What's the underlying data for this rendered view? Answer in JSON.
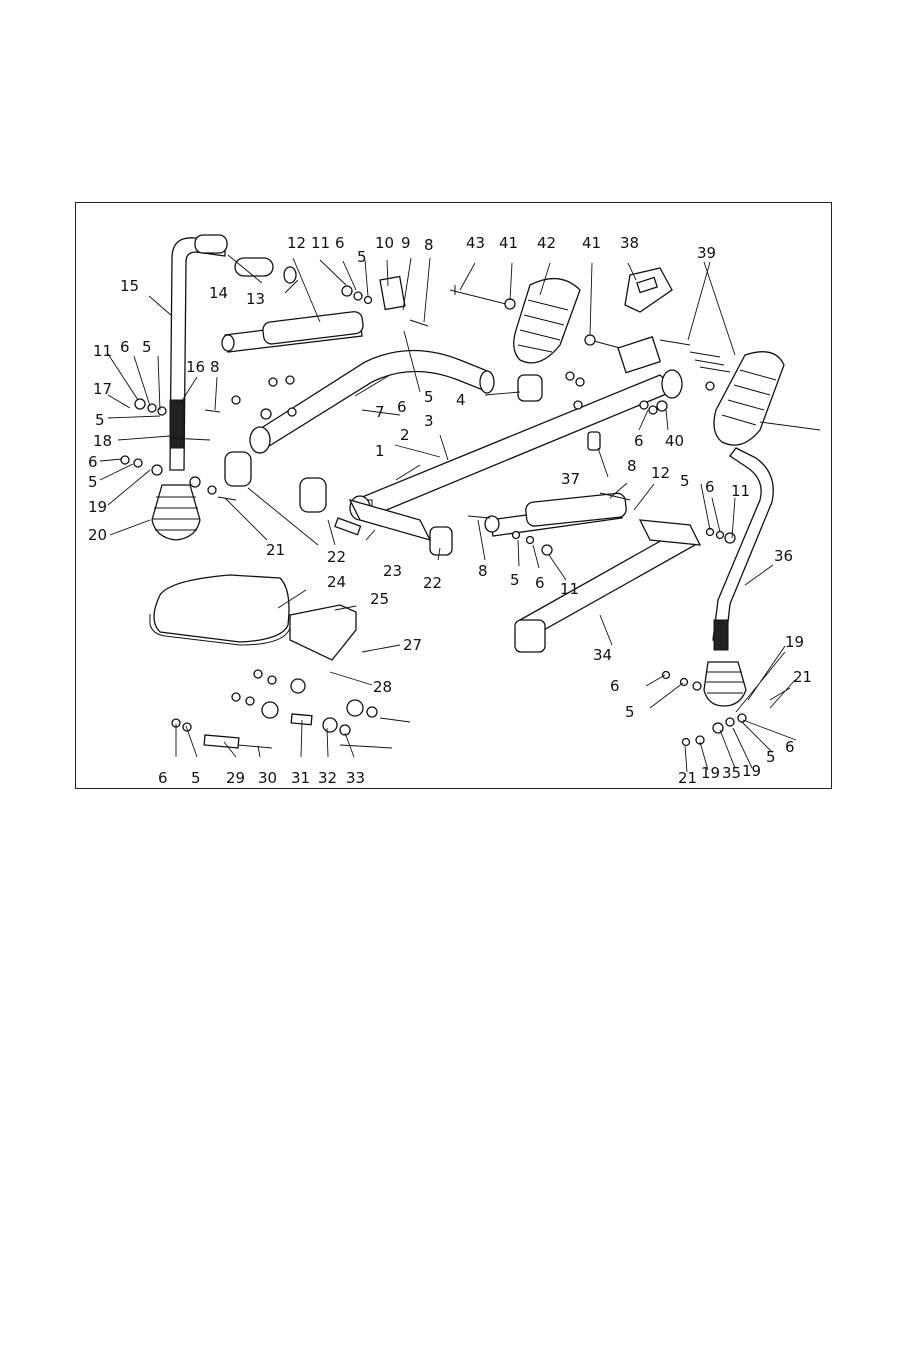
{
  "diagram": {
    "type": "exploded-parts-diagram",
    "callouts": [
      "1",
      "2",
      "3",
      "4",
      "5",
      "6",
      "7",
      "8",
      "9",
      "10",
      "11",
      "12",
      "13",
      "14",
      "15",
      "16",
      "17",
      "18",
      "19",
      "20",
      "21",
      "22",
      "23",
      "24",
      "25",
      "27",
      "28",
      "29",
      "30",
      "31",
      "32",
      "33",
      "34",
      "35",
      "36",
      "37",
      "38",
      "39",
      "40",
      "41",
      "42",
      "43"
    ]
  }
}
